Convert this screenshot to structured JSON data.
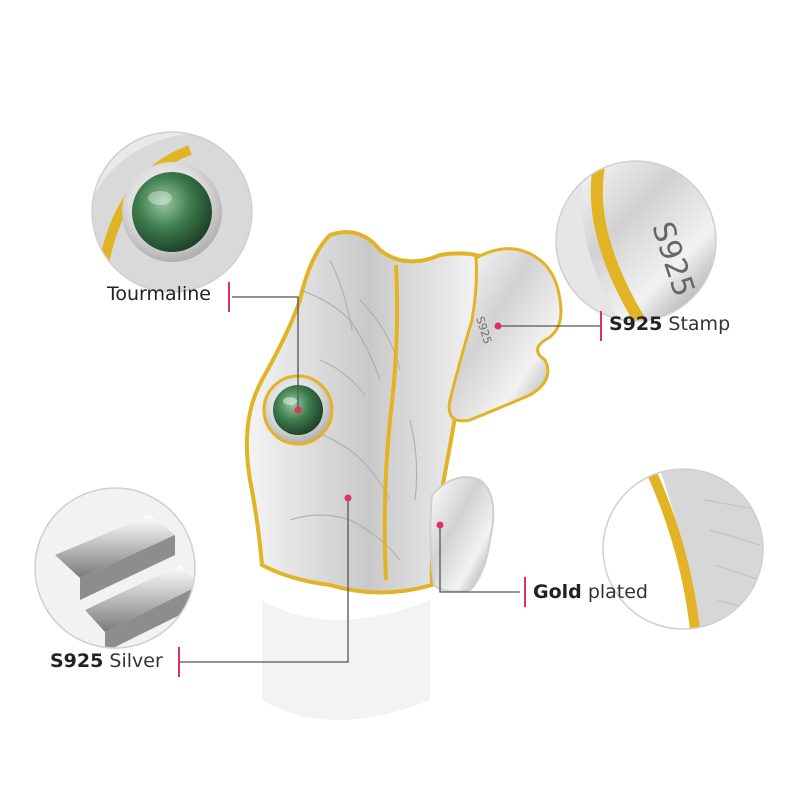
{
  "labels": {
    "tourmaline": {
      "text": "Tourmaline"
    },
    "stamp": {
      "strong": "S925",
      "light": "Stamp"
    },
    "gold": {
      "strong": "Gold",
      "light": "plated"
    },
    "silver": {
      "strong": "S925",
      "light": "Silver"
    }
  },
  "stamp_engraving": "S925",
  "colors": {
    "accent": "#e0335a",
    "gold": "#e2b425",
    "silver": "#d8d8d8",
    "stone": "#3f7d4e",
    "line": "#555555"
  }
}
